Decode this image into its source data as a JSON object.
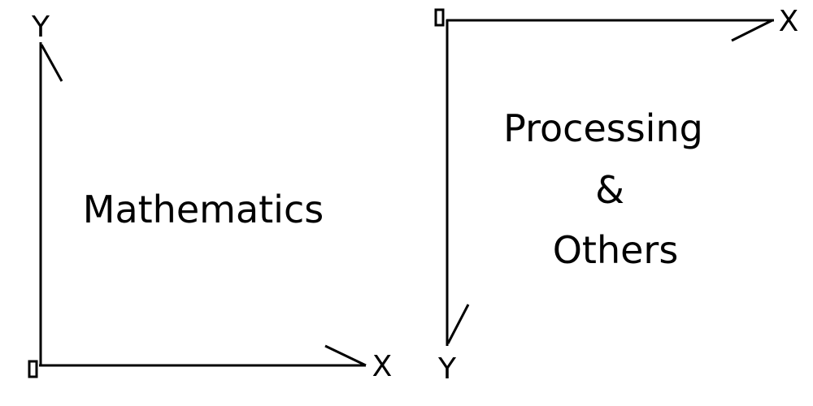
{
  "colors": {
    "background": "#ffffff",
    "ink": "#000000"
  },
  "left_panel": {
    "label": "Mathematics",
    "y_axis_letter": "Y",
    "x_axis_letter": "X",
    "y_direction": "up"
  },
  "right_panel": {
    "label_lines": [
      "Processing",
      "&",
      "Others"
    ],
    "y_axis_letter": "Y",
    "x_axis_letter": "X",
    "y_direction": "down"
  }
}
